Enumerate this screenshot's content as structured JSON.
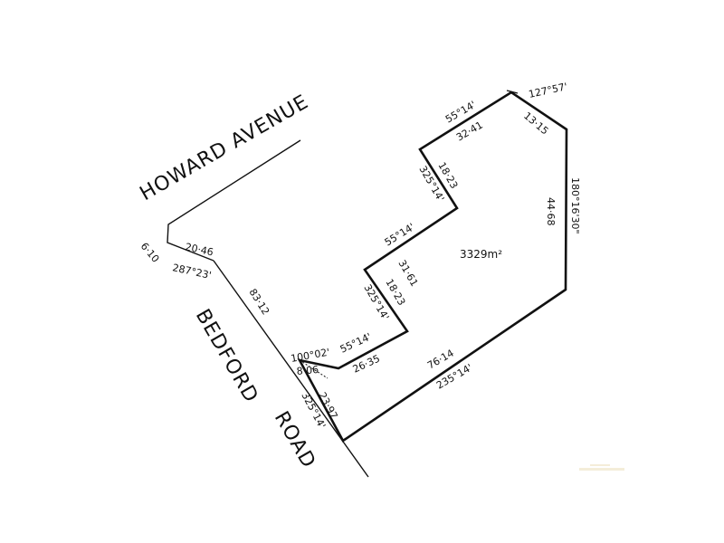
{
  "streets": {
    "howard": "HOWARD   AVENUE",
    "bedford": "BEDFORD",
    "road": "ROAD"
  },
  "area": "3329m²",
  "dims": {
    "side_610": "6·10",
    "len_2046": "20·46",
    "brg_287": "287°23'",
    "len_8312": "83·12",
    "brg_100": "100°02'",
    "len_806": "8·06",
    "len_2397": "23·97",
    "brg_325_road": "325°14'",
    "len_2635": "26·35",
    "brg_55_a": "55°14'",
    "len_1823_a": "18·23",
    "brg_325_a": "325°14'",
    "len_3161": "31·61",
    "brg_55_b": "55°14'",
    "len_1823_b": "18·23",
    "brg_325_b": "325°14'",
    "len_3241": "32·41",
    "brg_55_c": "55°14'",
    "brg_127": "127°57'",
    "len_1315": "13·15",
    "len_4468": "44·68",
    "brg_180": "180°16'30\"",
    "len_7614": "76·14",
    "brg_235": "235°14'"
  }
}
